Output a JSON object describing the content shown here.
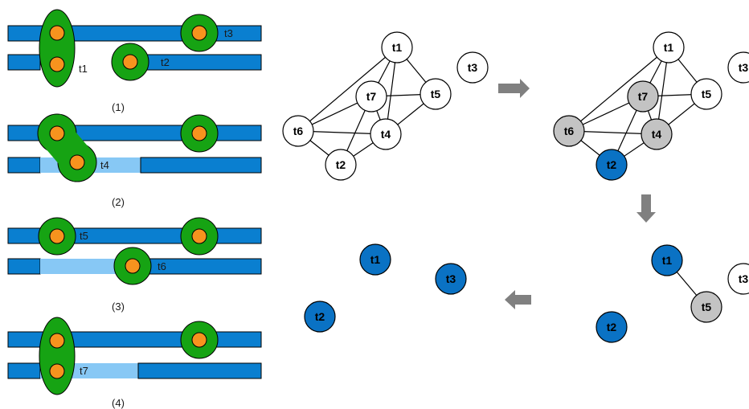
{
  "panels": {
    "p1": {
      "caption": "(1)",
      "labels": {
        "t1": "t1",
        "t2": "t2",
        "t3": "t3"
      }
    },
    "p2": {
      "caption": "(2)",
      "labels": {
        "t4": "t4"
      }
    },
    "p3": {
      "caption": "(3)",
      "labels": {
        "t5": "t5",
        "t6": "t6"
      }
    },
    "p4": {
      "caption": "(4)",
      "labels": {
        "t7": "t7"
      }
    }
  },
  "graphs": {
    "g1": {
      "nodes": {
        "t1": "t1",
        "t2": "t2",
        "t3": "t3",
        "t4": "t4",
        "t5": "t5",
        "t6": "t6",
        "t7": "t7"
      },
      "edges": [
        [
          "t1",
          "t6"
        ],
        [
          "t1",
          "t7"
        ],
        [
          "t1",
          "t4"
        ],
        [
          "t1",
          "t5"
        ],
        [
          "t7",
          "t5"
        ],
        [
          "t7",
          "t4"
        ],
        [
          "t7",
          "t6"
        ],
        [
          "t7",
          "t2"
        ],
        [
          "t6",
          "t4"
        ],
        [
          "t6",
          "t2"
        ],
        [
          "t4",
          "t2"
        ],
        [
          "t4",
          "t5"
        ]
      ]
    },
    "g2": {
      "nodes": {
        "t1": "t1",
        "t2": "t2",
        "t3": "t3",
        "t4": "t4",
        "t5": "t5",
        "t6": "t6",
        "t7": "t7"
      },
      "states": {
        "t1": "white",
        "t2": "blue",
        "t3": "white",
        "t4": "gray",
        "t5": "white",
        "t6": "gray",
        "t7": "gray"
      },
      "edges": [
        [
          "t1",
          "t6"
        ],
        [
          "t1",
          "t7"
        ],
        [
          "t1",
          "t4"
        ],
        [
          "t1",
          "t5"
        ],
        [
          "t7",
          "t5"
        ],
        [
          "t7",
          "t4"
        ],
        [
          "t7",
          "t6"
        ],
        [
          "t7",
          "t2"
        ],
        [
          "t6",
          "t4"
        ],
        [
          "t6",
          "t2"
        ],
        [
          "t4",
          "t2"
        ],
        [
          "t4",
          "t5"
        ]
      ]
    },
    "g3": {
      "nodes": {
        "t1": "t1",
        "t2": "t2",
        "t3": "t3",
        "t5": "t5"
      },
      "states": {
        "t1": "blue",
        "t2": "blue",
        "t3": "white",
        "t5": "gray"
      },
      "edges": [
        [
          "t1",
          "t5"
        ]
      ]
    },
    "g4": {
      "nodes": {
        "t1": "t1",
        "t2": "t2",
        "t3": "t3"
      },
      "states": {
        "t1": "blue",
        "t2": "blue",
        "t3": "blue"
      },
      "edges": []
    }
  },
  "colors": {
    "bar": "#0a7fd0",
    "bar_light": "#87c8f5",
    "green": "#16a313",
    "orange": "#f7931e",
    "node_blue": "#0a72c4",
    "node_gray": "#c3c3c3",
    "arrow": "#808080"
  }
}
